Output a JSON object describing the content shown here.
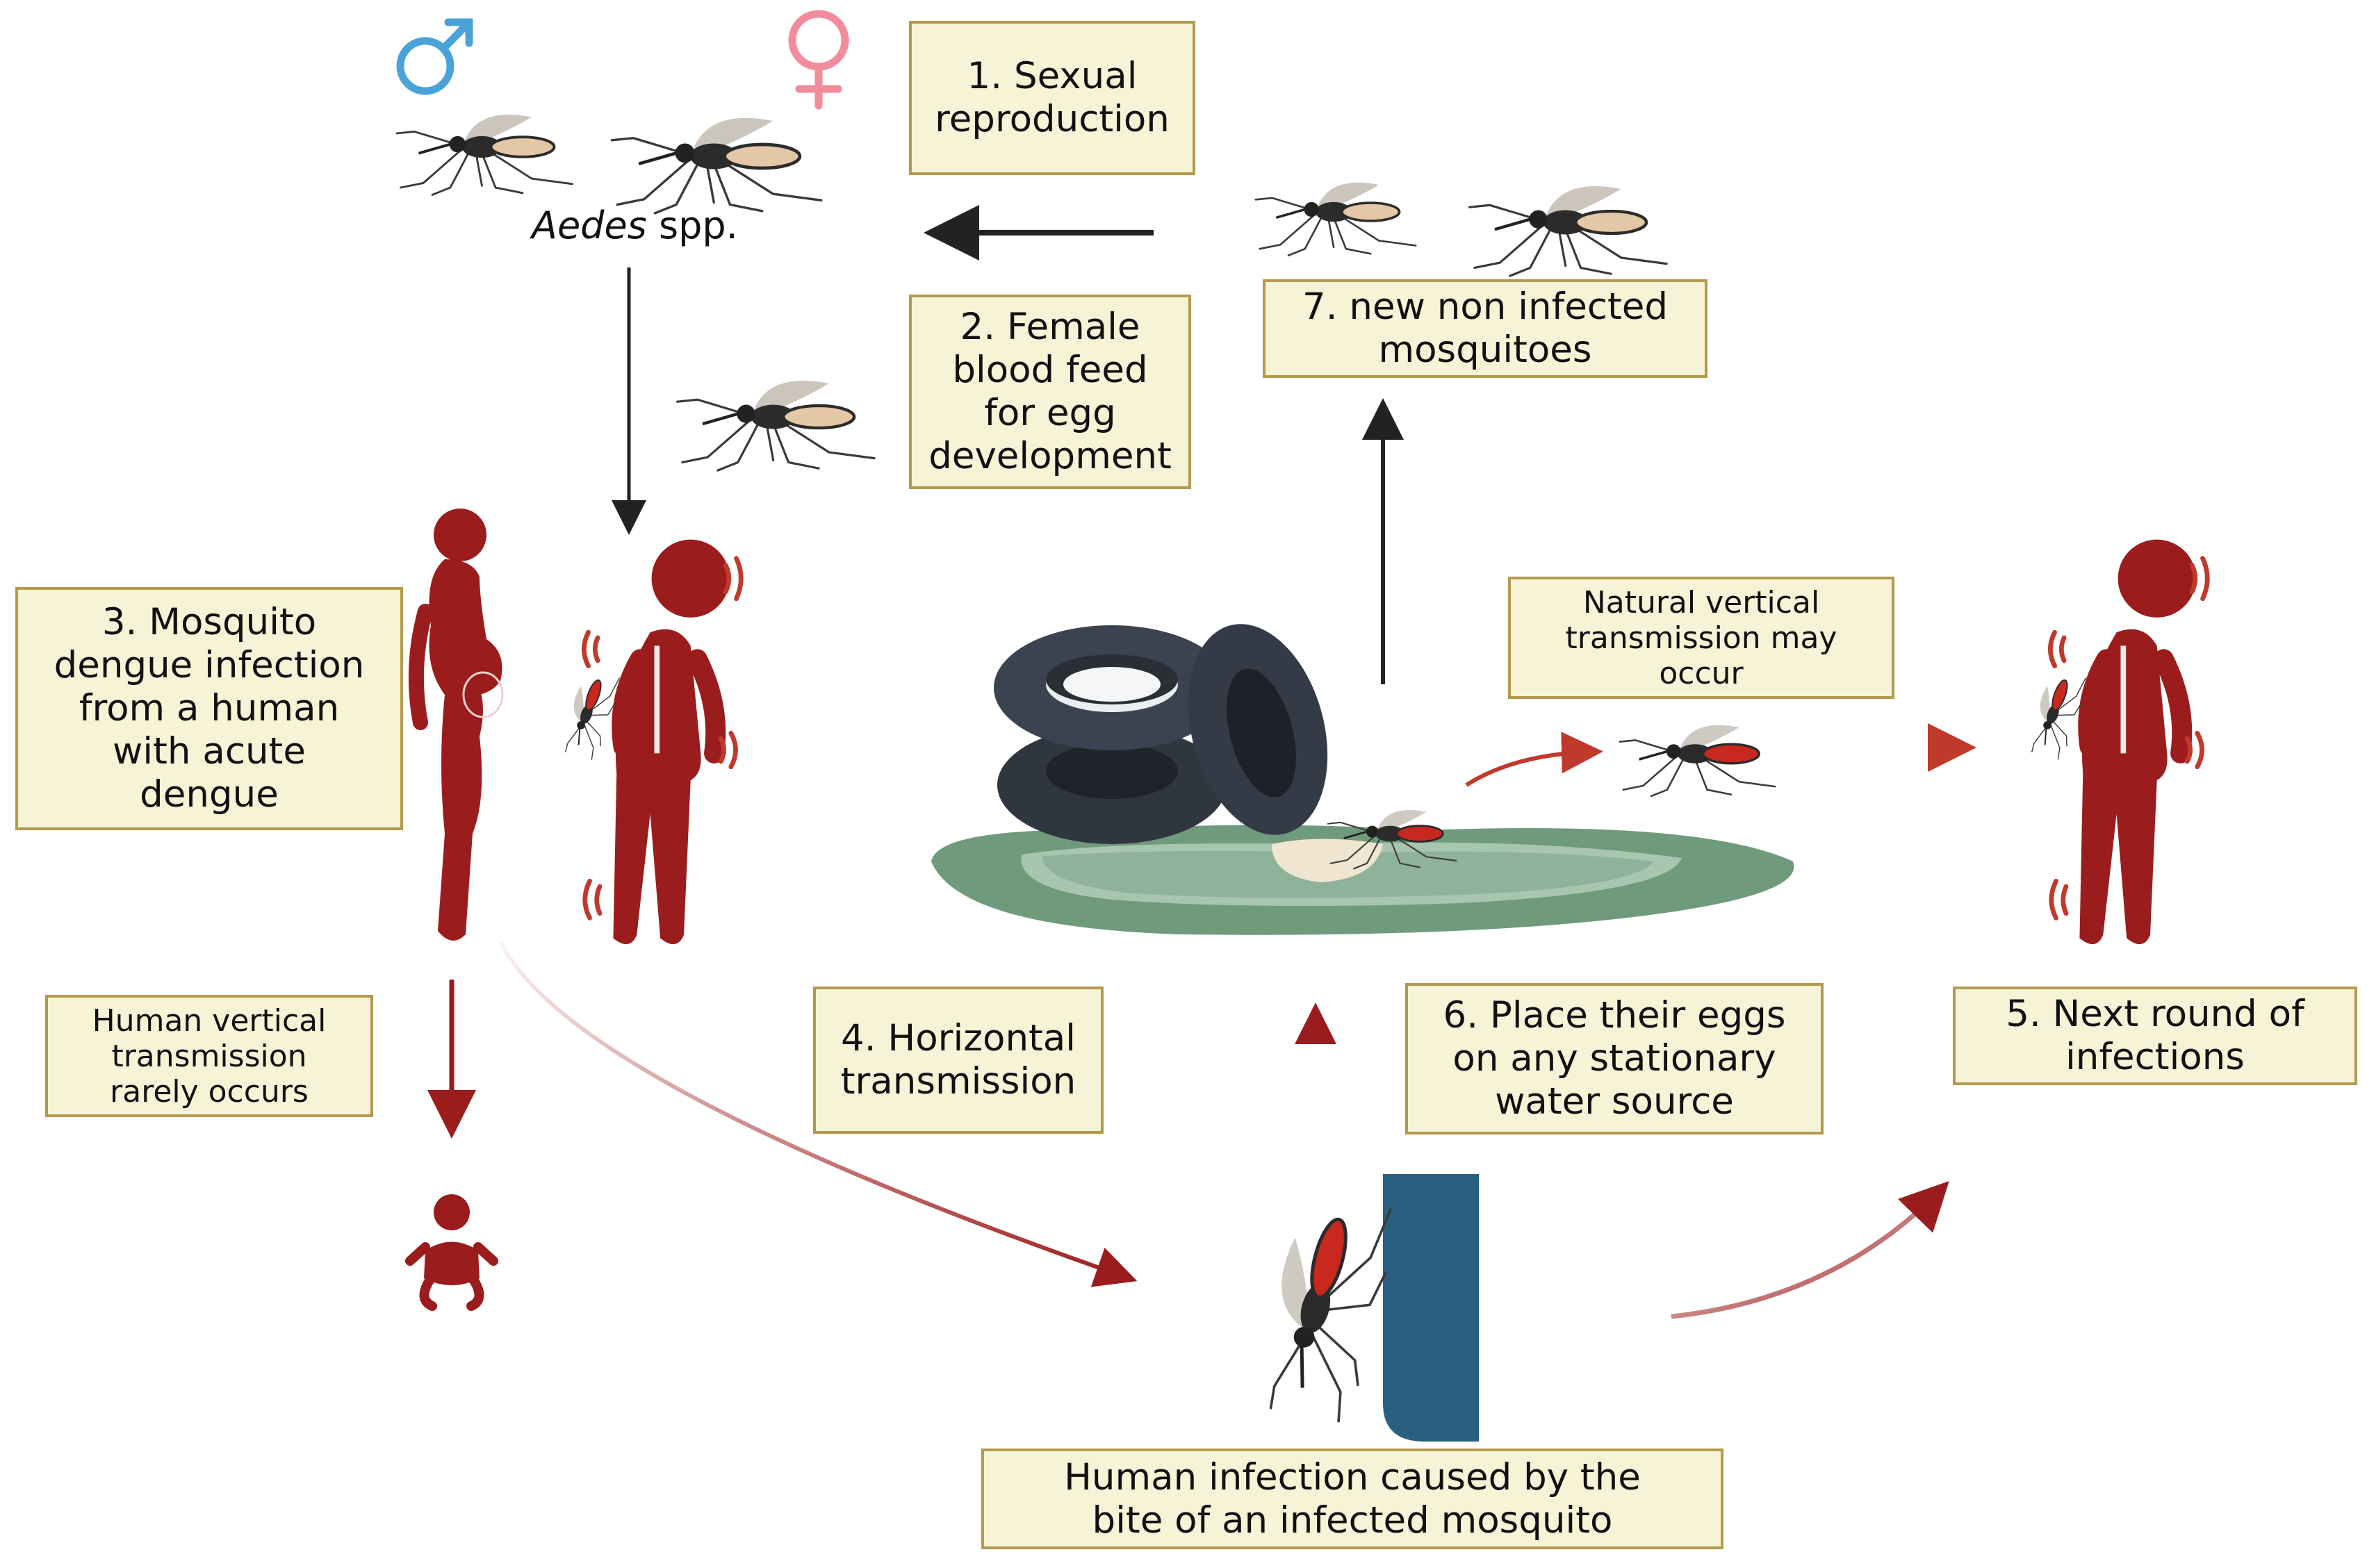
{
  "species_label": {
    "genus": "Aedes",
    "suffix": " spp."
  },
  "boxes": {
    "b1": [
      "1. Sexual",
      "reproduction"
    ],
    "b2": [
      "2. Female",
      "blood feed",
      "for egg",
      "development"
    ],
    "b3": [
      "3. Mosquito",
      "dengue infection",
      "from a human",
      "with acute",
      "dengue"
    ],
    "b4": [
      "4. Horizontal",
      "transmission"
    ],
    "b5": [
      "5. Next round of",
      "infections"
    ],
    "b6": [
      "6. Place their eggs",
      "on any stationary",
      "water source"
    ],
    "b7": [
      "7. new non infected",
      "mosquitoes"
    ],
    "human_vertical": [
      "Human vertical",
      "transmission",
      "rarely occurs"
    ],
    "natural_vertical": [
      "Natural vertical",
      "transmission may",
      "occur"
    ],
    "bite": [
      "Human infection caused by the",
      "bite of an infected mosquito"
    ]
  },
  "colors": {
    "box_fill": "#f7f3d7",
    "box_border": "#b39a4e",
    "human_red": "#9b1c1c",
    "arrow_dark": "#222222",
    "arrow_red": "#c0392b",
    "male_symbol": "#4aa3d8",
    "female_symbol": "#f28b9a",
    "tire": "#2f3640",
    "water": "#8fb39a",
    "skin_patch": "#2a5f80"
  },
  "icons": [
    "male-symbol-icon",
    "female-symbol-icon",
    "mosquito-icon",
    "pregnant-woman-icon",
    "sick-person-icon",
    "baby-icon",
    "tires-icon",
    "water-puddle-icon",
    "skin-patch-icon"
  ]
}
